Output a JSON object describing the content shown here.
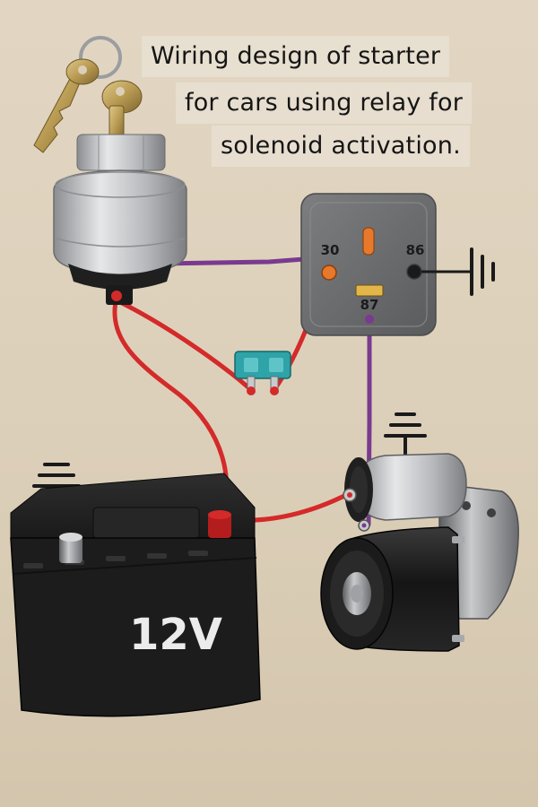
{
  "title": {
    "line1": "Wiring design of starter",
    "line2": "for cars using relay for",
    "line3": "solenoid activation."
  },
  "relay": {
    "pins": {
      "pin30": "30",
      "pin86": "86",
      "pin87": "87"
    }
  },
  "battery": {
    "voltage_label": "12V"
  },
  "components": {
    "ignition_switch": "ignition-key-switch",
    "relay": "relay",
    "fuse": "blade-fuse",
    "battery": "battery",
    "starter": "starter-motor"
  },
  "colors": {
    "background": "#dccfb9",
    "power_wire": "#d42a2a",
    "signal_wire": "#7a3a8f",
    "relay_body": "#6d6e70",
    "fuse": "#2ea3a8",
    "battery_body": "#1c1c1c",
    "key": "#b89a52"
  }
}
